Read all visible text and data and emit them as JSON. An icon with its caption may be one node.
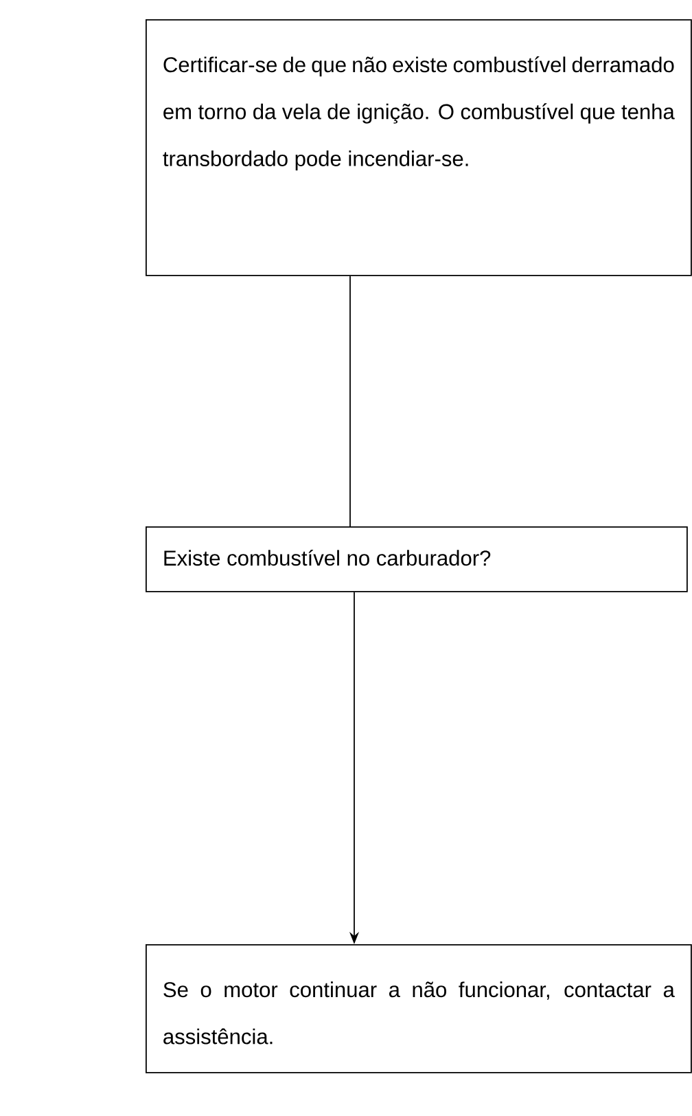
{
  "diagram": {
    "nodes": [
      {
        "text": [
          "Certificar-se de que não existe combustível derramado em torno da vela de ignição. O combustível que tenha transbordado pode incendiar-se."
        ]
      },
      {
        "text": [
          "Existe combustível no carburador?"
        ]
      },
      {
        "text": [
          "Se o motor continuar a não funcionar, contactar a assistência."
        ]
      }
    ],
    "edges": [
      {
        "from": 0,
        "to": 1,
        "arrow": "none"
      },
      {
        "from": 1,
        "to": 2,
        "arrow": "to"
      }
    ]
  }
}
